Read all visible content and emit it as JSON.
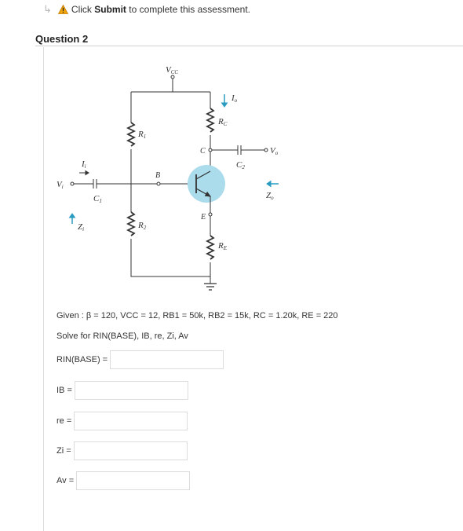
{
  "notice": {
    "prefix": "Click ",
    "action": "Submit",
    "suffix": " to complete this assessment."
  },
  "question": {
    "title": "Question 2"
  },
  "circuit": {
    "vcc": "V",
    "vcc_sub": "CC",
    "io": "I",
    "io_sub": "o",
    "rc": "R",
    "rc_sub": "C",
    "r1": "R",
    "r1_sub": "1",
    "r2": "R",
    "r2_sub": "2",
    "re": "R",
    "re_sub": "E",
    "c_node": "C",
    "b_node": "B",
    "e_node": "E",
    "c1": "C",
    "c1_sub": "1",
    "c2": "C",
    "c2_sub": "2",
    "vo": "V",
    "vo_sub": "o",
    "vi": "V",
    "vi_sub": "i",
    "ii": "I",
    "ii_sub": "i",
    "zi": "Z",
    "zi_sub": "i",
    "zo": "Z",
    "zo_sub": "o",
    "transistor_color": "#aadcec"
  },
  "given": "Given : β = 120, VCC = 12, RB1 = 50k, RB2 = 15k, RC = 1.20k, RE = 220",
  "solve": "Solve for RIN(BASE), IB, re, Zi, Av",
  "fields": [
    {
      "label": "RIN(BASE) =",
      "value": ""
    },
    {
      "label": "IB =",
      "value": ""
    },
    {
      "label": "re =",
      "value": ""
    },
    {
      "label": "Zi =",
      "value": ""
    },
    {
      "label": "Av =",
      "value": ""
    }
  ]
}
